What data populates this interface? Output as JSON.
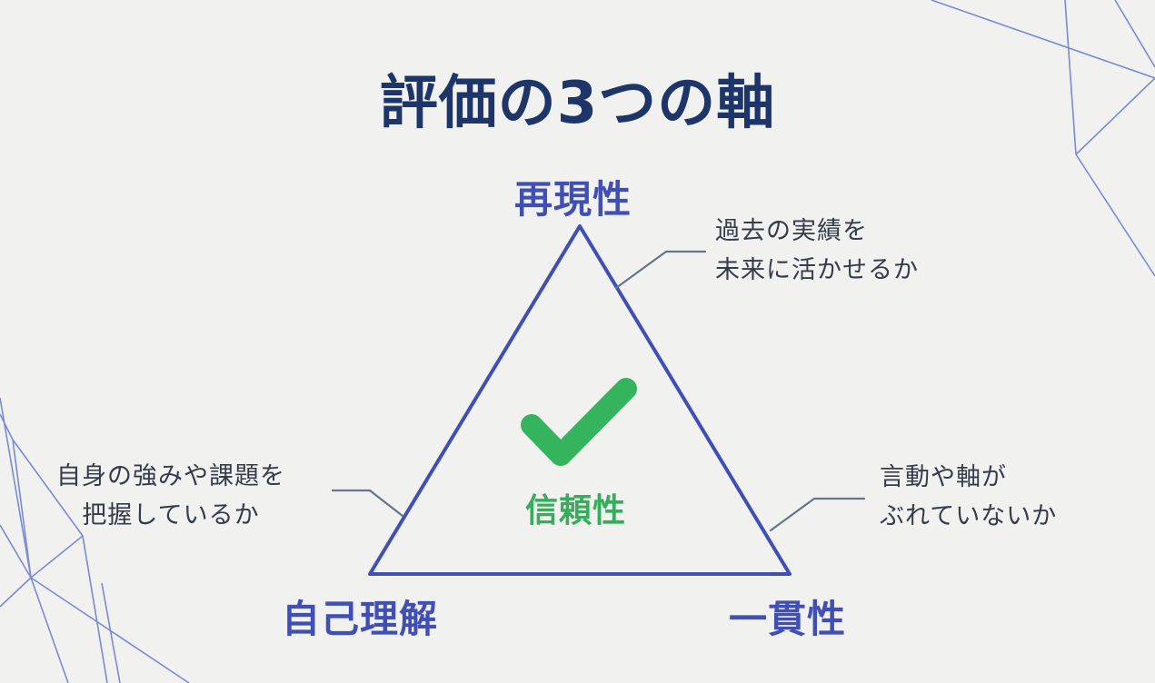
{
  "title": "評価の3つの軸",
  "diagram": {
    "center_label": "信頼性",
    "axes": [
      {
        "id": "top",
        "label": "再現性",
        "description": [
          "過去の実績を",
          "未来に活かせるか"
        ]
      },
      {
        "id": "left",
        "label": "自己理解",
        "description": [
          "自身の強みや課題を",
          "把握しているか"
        ]
      },
      {
        "id": "right",
        "label": "一貫性",
        "description": [
          "言動や軸が",
          "ぶれていないか"
        ]
      }
    ]
  },
  "icons": {
    "check": "check-icon"
  },
  "colors": {
    "background": "#f1f1ef",
    "title": "#1d3569",
    "axis_label": "#3f4fb6",
    "triangle": "#3f4fb6",
    "annotation_text": "#343c4a",
    "annotation_line": "#66758a",
    "center_label": "#36ad5a",
    "check": "#34b45d",
    "decorative_lines": "#6f7fd3"
  }
}
